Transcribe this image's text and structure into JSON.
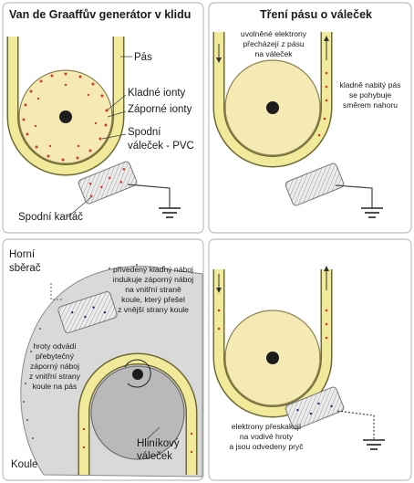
{
  "panel1": {
    "title": "Van de Graaffův generátor v klidu",
    "belt_label": "Pás",
    "positive_ions_label": "Kladné ionty",
    "negative_ions_label": "Záporné ionty",
    "roller_label_line1": "Spodní",
    "roller_label_line2": "váleček - PVC",
    "brush_label": "Spodní kartáč"
  },
  "panel2": {
    "title": "Tření pásu o váleček",
    "left_note": [
      "uvolněné elektrony",
      "přecházejí z pásu",
      "na váleček"
    ],
    "right_note": [
      "kladně nabitý pás",
      "se pohybuje",
      "směrem nahoru"
    ]
  },
  "panel3": {
    "top_collector_line1": "Horní",
    "top_collector_line2": "sběrač",
    "top_note": [
      "přivedený kladný náboj",
      "indukuje záporný náboj",
      "na vnitřní straně",
      "koule, který přešel",
      "z vnější strany koule"
    ],
    "left_note": [
      "hroty odvádí",
      "přebytečný",
      "záporný náboj",
      "z vnitřní strany",
      "koule na pás"
    ],
    "roller_label_line1": "Hliníkový",
    "roller_label_line2": "váleček",
    "sphere_label": "Koule"
  },
  "panel4": {
    "note": [
      "elektrony přeskakují",
      "na vodivé hroty",
      "a jsou odvedeny pryč"
    ]
  },
  "colors": {
    "belt": "#f1ea9a",
    "belt_outline": "#6f6a35",
    "roller": "#f5eab4",
    "positive": "#d43a2a",
    "aluminium_roller": "#b9b9b9",
    "sphere": "#d9d9d9"
  }
}
